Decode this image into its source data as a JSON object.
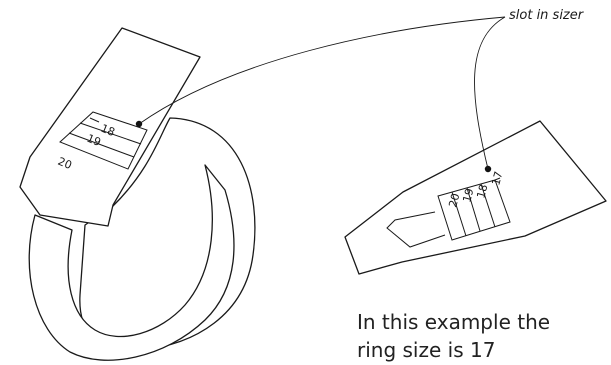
{
  "callout_label": "slot in sizer",
  "caption": {
    "line1": "In this example the",
    "line2": "ring size is 17"
  },
  "left_sizer": {
    "scale_labels": [
      "18",
      "19",
      "20"
    ]
  },
  "right_sizer": {
    "scale_labels": [
      "17",
      "18",
      "19",
      "20"
    ]
  }
}
